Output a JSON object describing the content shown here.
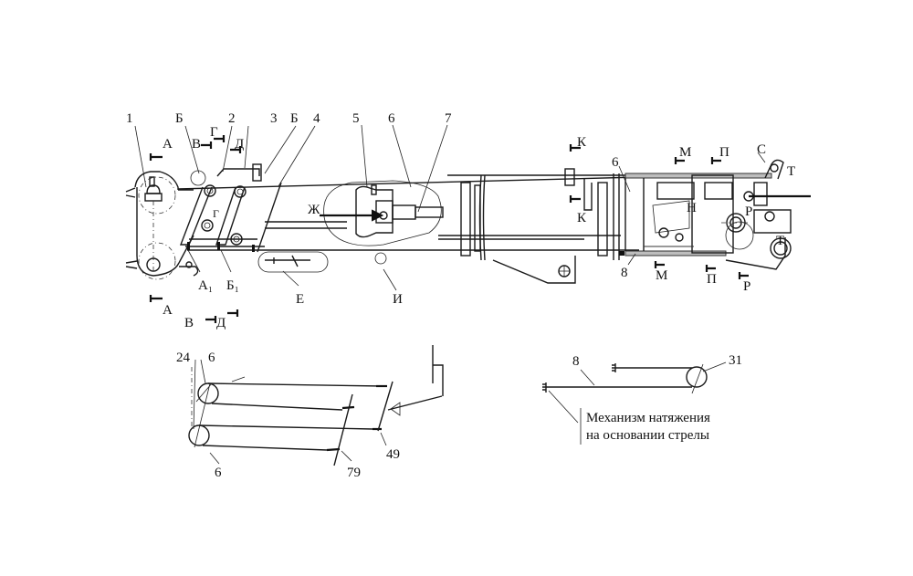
{
  "diagram": {
    "main_view": {
      "callouts": [
        "1",
        "2",
        "3",
        "4",
        "5",
        "6",
        "7",
        "6",
        "8"
      ],
      "section_labels": {
        "A_top": "А",
        "A_bottom": "А",
        "B_top": "В",
        "B_bottom": "В",
        "G": "Г",
        "G_inner": "Г",
        "D_top": "Д",
        "D_bottom": "Д",
        "Bb_left": "Б",
        "Bb_right": "Б",
        "A1": "А₁",
        "B1": "Б₁",
        "E": "Е",
        "Zh": "Ж",
        "I": "И",
        "K_top": "К",
        "K_bottom": "К",
        "M_top": "М",
        "M_bottom": "М",
        "P_top": "П",
        "P_bottom": "П",
        "R_inner": "Р",
        "R_bottom": "Р",
        "N": "Н",
        "S": "С",
        "T_top": "Т",
        "T_inner": "Т"
      }
    },
    "rope_scheme_left": {
      "callouts": [
        "24",
        "6",
        "6",
        "79",
        "49"
      ]
    },
    "rope_scheme_right": {
      "callouts": [
        "8",
        "31"
      ],
      "note_line1": "Механизм натяжения",
      "note_line2": "на основании стрелы"
    }
  }
}
